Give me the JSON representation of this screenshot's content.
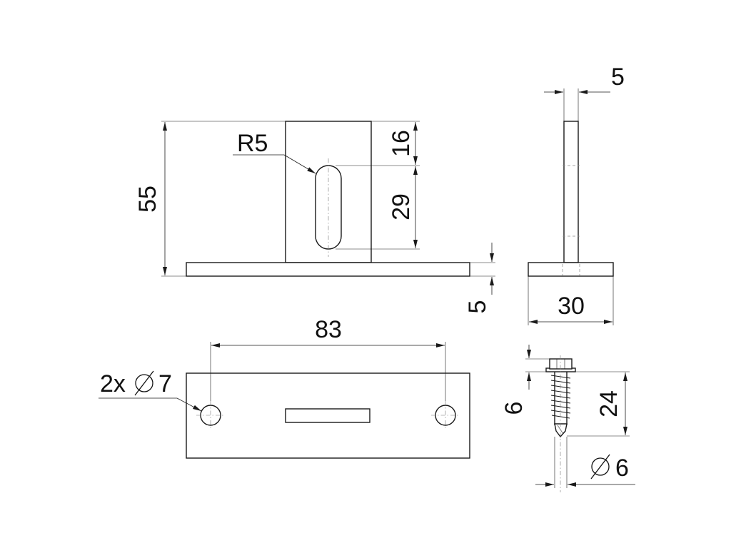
{
  "drawing": {
    "dimensions": {
      "total_height": "55",
      "slot_top_offset": "16",
      "slot_length": "29",
      "slot_radius": "R5",
      "base_thickness": "5",
      "upright_thickness": "5",
      "base_width": "30",
      "hole_spacing": "83",
      "hole_count_prefix": "2x",
      "hole_diameter": "7",
      "screw_head_height": "6",
      "screw_length": "24",
      "screw_diameter": "6"
    }
  }
}
